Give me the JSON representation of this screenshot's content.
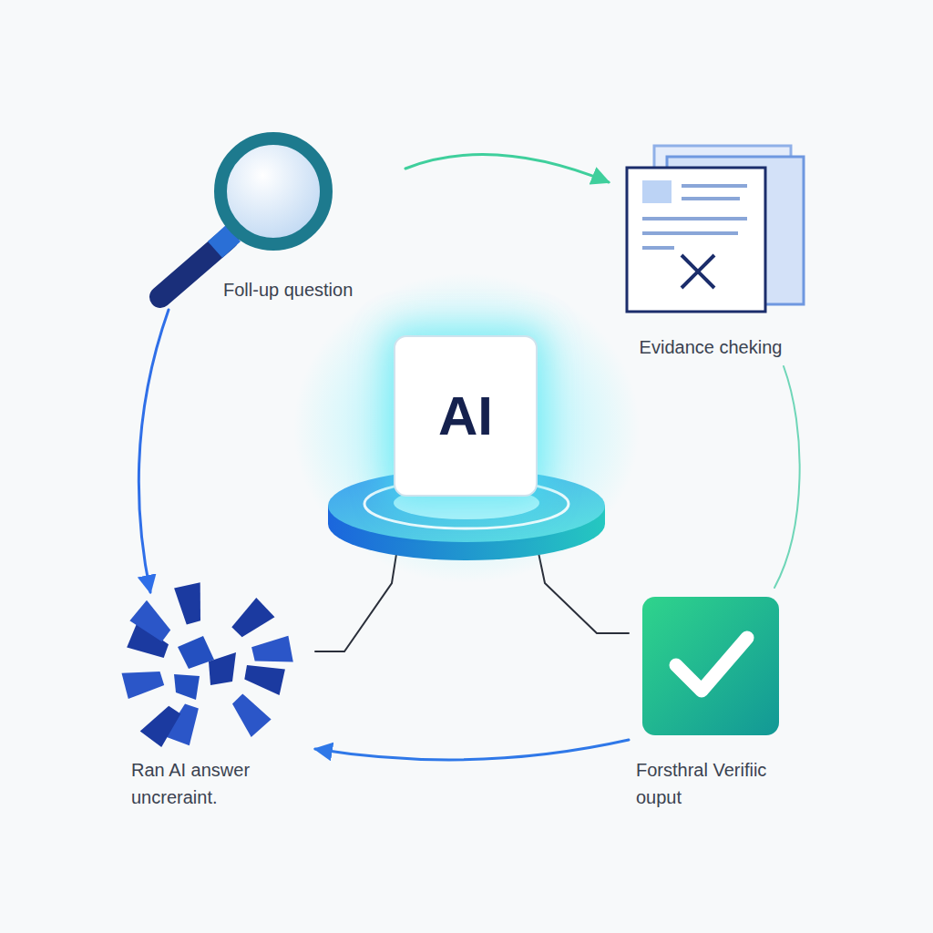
{
  "diagram": {
    "nodes": [
      {
        "text": [
          "Foll-up question"
        ]
      },
      {
        "text": [
          "Evidance cheking"
        ]
      },
      {
        "text": [
          "AI"
        ]
      },
      {
        "text": [
          "Ran AI answer uncreraint."
        ]
      },
      {
        "text": [
          "Forsthral Verifiic ouput"
        ]
      }
    ],
    "edges": [
      {
        "from": 0,
        "to": 1,
        "arrow": "to"
      },
      {
        "from": 1,
        "to": 4,
        "arrow": "none"
      },
      {
        "from": 4,
        "to": 3,
        "arrow": "to"
      },
      {
        "from": 0,
        "to": 3,
        "arrow": "to"
      },
      {
        "from": 2,
        "to": 3,
        "arrow": "none"
      },
      {
        "from": 2,
        "to": 4,
        "arrow": "none"
      }
    ]
  }
}
